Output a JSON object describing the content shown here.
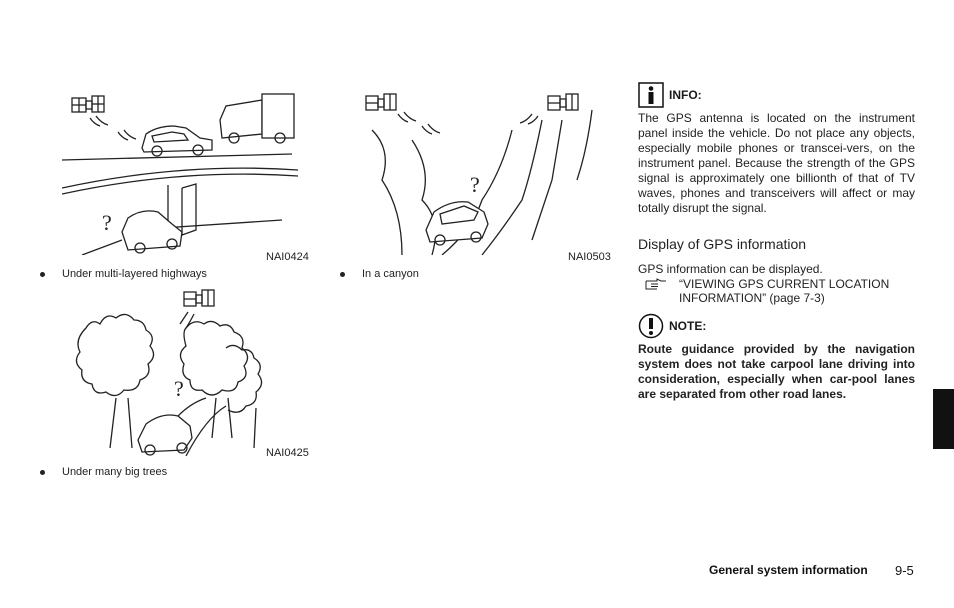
{
  "figures": {
    "highways": {
      "code": "NAI0424",
      "caption": "Under multi-layered highways"
    },
    "canyon": {
      "code": "NAI0503",
      "caption": "In a canyon"
    },
    "trees": {
      "code": "NAI0425",
      "caption": "Under many big trees"
    }
  },
  "info": {
    "label": "INFO:",
    "text": "The GPS antenna is located on the instrument panel inside the vehicle. Do not place any objects, especially mobile phones or transcei-vers, on the instrument panel. Because the strength of the GPS signal is approximately one billionth of that of TV waves, phones and transceivers will affect or may totally disrupt the signal."
  },
  "section": {
    "title": "Display of GPS information",
    "text": "GPS information can be displayed.",
    "reference": "“VIEWING GPS CURRENT LOCATION INFORMATION” (page 7-3)"
  },
  "note": {
    "label": "NOTE:",
    "text": "Route guidance provided by the navigation system does not take carpool lane driving into consideration, especially when car-pool lanes are separated from other road lanes."
  },
  "footer": {
    "title": "General system information",
    "page": "9-5"
  }
}
